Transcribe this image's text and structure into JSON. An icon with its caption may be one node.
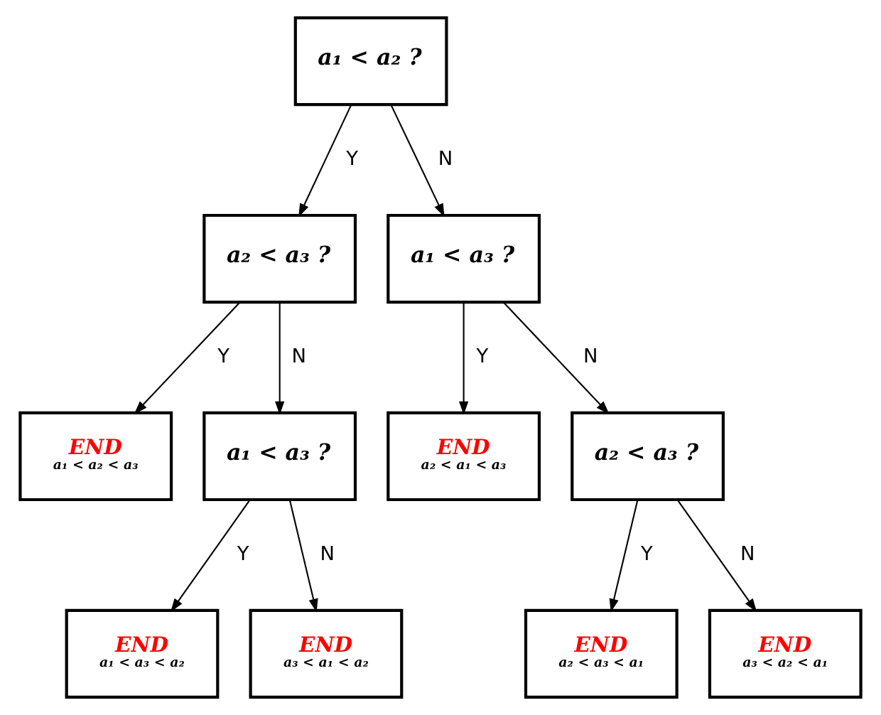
{
  "diagram": {
    "nodes": [
      {
        "text": [
          "a₁ < a₂ ?"
        ]
      },
      {
        "text": [
          "a₂ < a₃ ?"
        ]
      },
      {
        "text": [
          "a₁ < a₃ ?"
        ]
      },
      {
        "text": [
          "END",
          "a₁ < a₂ < a₃"
        ]
      },
      {
        "text": [
          "a₁ < a₃ ?"
        ]
      },
      {
        "text": [
          "END",
          "a₂ < a₁ < a₃"
        ]
      },
      {
        "text": [
          "a₂ < a₃ ?"
        ]
      },
      {
        "text": [
          "END",
          "a₁ < a₃ < a₂"
        ]
      },
      {
        "text": [
          "END",
          "a₃ < a₁ < a₂"
        ]
      },
      {
        "text": [
          "END",
          "a₂ < a₃ < a₁"
        ]
      },
      {
        "text": [
          "END",
          "a₃ < a₂ < a₁"
        ]
      }
    ],
    "edges": [
      {
        "from": 0,
        "to": 1,
        "arrow": "to",
        "label": "Y"
      },
      {
        "from": 0,
        "to": 2,
        "arrow": "to",
        "label": "N"
      },
      {
        "from": 1,
        "to": 3,
        "arrow": "to",
        "label": "Y"
      },
      {
        "from": 1,
        "to": 4,
        "arrow": "to",
        "label": "N"
      },
      {
        "from": 2,
        "to": 5,
        "arrow": "to",
        "label": "Y"
      },
      {
        "from": 2,
        "to": 6,
        "arrow": "to",
        "label": "N"
      },
      {
        "from": 4,
        "to": 7,
        "arrow": "to",
        "label": "Y"
      },
      {
        "from": 4,
        "to": 8,
        "arrow": "to",
        "label": "N"
      },
      {
        "from": 6,
        "to": 9,
        "arrow": "to",
        "label": "Y"
      },
      {
        "from": 6,
        "to": 10,
        "arrow": "to",
        "label": "N"
      }
    ]
  }
}
